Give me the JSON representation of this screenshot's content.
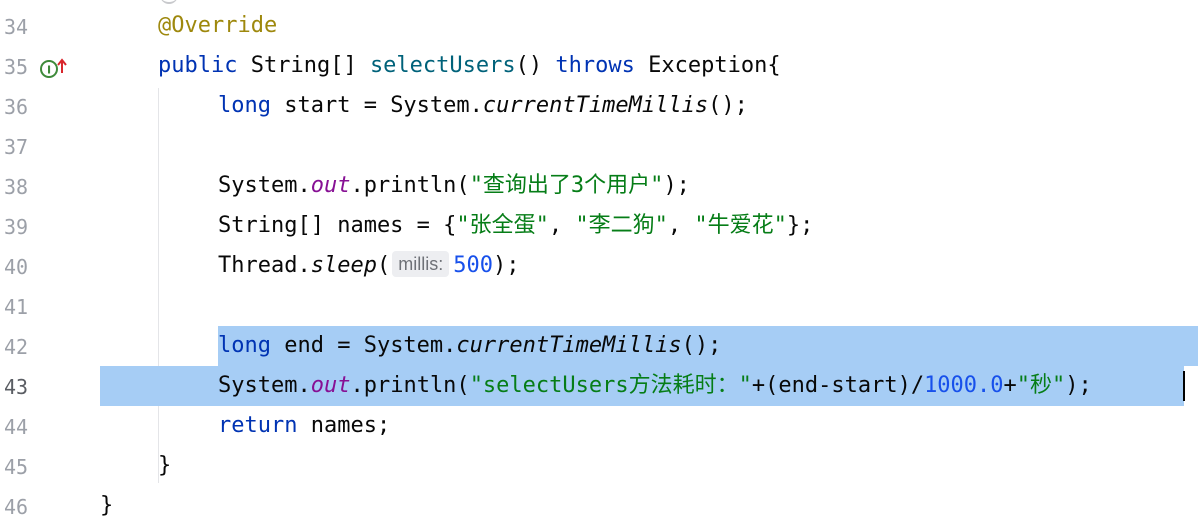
{
  "editor": {
    "line_numbers": [
      "34",
      "35",
      "36",
      "37",
      "38",
      "39",
      "40",
      "41",
      "42",
      "43",
      "44",
      "45",
      "46"
    ],
    "current_line": "43",
    "colors": {
      "keyword": "#0033b3",
      "annotation": "#9e880d",
      "method_decl": "#00627a",
      "field": "#871094",
      "string": "#067d17",
      "number": "#1750eb",
      "selection": "#a6cdf5"
    },
    "gutter_icon": "implements-method-icon",
    "code": {
      "l34": {
        "annotation": "@Override"
      },
      "l35": {
        "public": "public",
        "type": " String[] ",
        "method": "selectUsers",
        "params": "() ",
        "throws": "throws",
        "exception": " Exception{"
      },
      "l36": {
        "long": "long",
        "decl": " start = System.",
        "call": "currentTimeMillis",
        "end": "();"
      },
      "l38": {
        "pre": "System.",
        "out": "out",
        "call": ".println(",
        "string": "\"查询出了3个用户\"",
        "end": ");"
      },
      "l39": {
        "pre": "String[] names = {",
        "s1": "\"张全蛋\"",
        "sep1": ", ",
        "s2": "\"李二狗\"",
        "sep2": ", ",
        "s3": "\"牛爱花\"",
        "end": "};"
      },
      "l40": {
        "pre": "Thread.",
        "sleep": "sleep",
        "open": "(",
        "hint": "millis:",
        "num": "500",
        "end": ");"
      },
      "l42": {
        "long": "long",
        "decl": " end = System.",
        "call": "currentTimeMillis",
        "end": "();"
      },
      "l43": {
        "pre": "System.",
        "out": "out",
        "call": ".println(",
        "s1": "\"selectUsers方法耗时：\"",
        "mid": "+(end-start)/",
        "num": "1000.0",
        "plus": "+",
        "s2": "\"秒\"",
        "end": ");"
      },
      "l44": {
        "return": "return",
        "rest": " names;"
      },
      "l45": {
        "brace": "}"
      },
      "l46": {
        "brace": "}"
      }
    }
  }
}
